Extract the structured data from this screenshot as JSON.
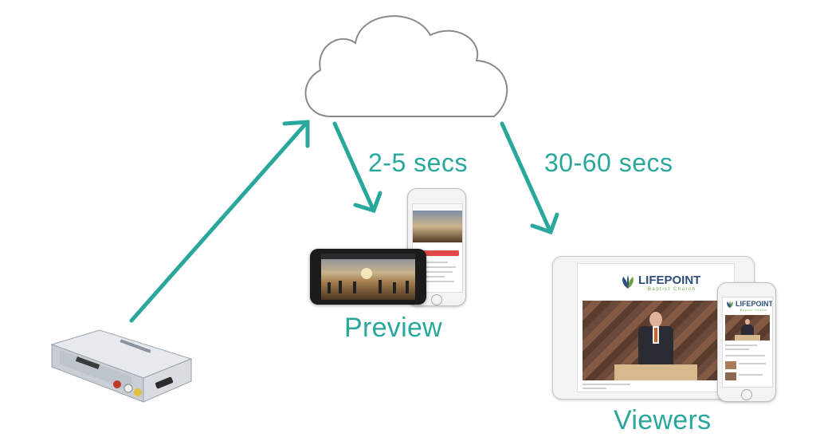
{
  "labels": {
    "preview_latency": "2-5 secs",
    "viewer_latency": "30-60 secs",
    "preview": "Preview",
    "viewers": "Viewers"
  },
  "church_logo": {
    "name": "LIFEPOINT",
    "sub": "Baptist Church"
  },
  "colors": {
    "accent": "#2aa79b",
    "cloud_stroke": "#8a8a8a"
  }
}
